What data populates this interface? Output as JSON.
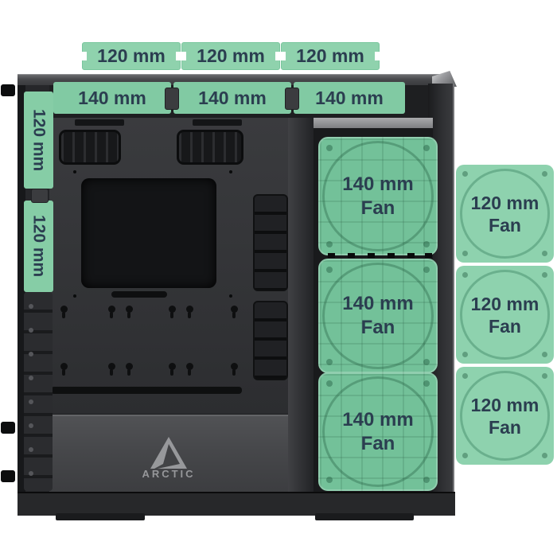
{
  "colors": {
    "accent_green": "#8ED2AE",
    "overlay_green_dark": "#73C199",
    "label_navy": "#2B3E50",
    "case_dark": "#2A2B2D",
    "brand_gray": "#9A9B9E",
    "background": "#FFFFFF"
  },
  "top_fan_tabs": [
    {
      "label": "120 mm"
    },
    {
      "label": "120 mm"
    },
    {
      "label": "120 mm"
    }
  ],
  "top_fan_slots": [
    {
      "label": "140 mm"
    },
    {
      "label": "140 mm"
    },
    {
      "label": "140 mm"
    }
  ],
  "left_fan_slots": [
    {
      "label": "120 mm"
    },
    {
      "label": "120 mm"
    }
  ],
  "front_fan_mounts": [
    {
      "size": "140 mm",
      "unit": "Fan"
    },
    {
      "size": "140 mm",
      "unit": "Fan"
    },
    {
      "size": "140 mm",
      "unit": "Fan"
    }
  ],
  "side_fan_mounts": [
    {
      "size": "120 mm",
      "unit": "Fan"
    },
    {
      "size": "120 mm",
      "unit": "Fan"
    },
    {
      "size": "120 mm",
      "unit": "Fan"
    }
  ],
  "brand": {
    "wordmark": "ARCTIC"
  }
}
